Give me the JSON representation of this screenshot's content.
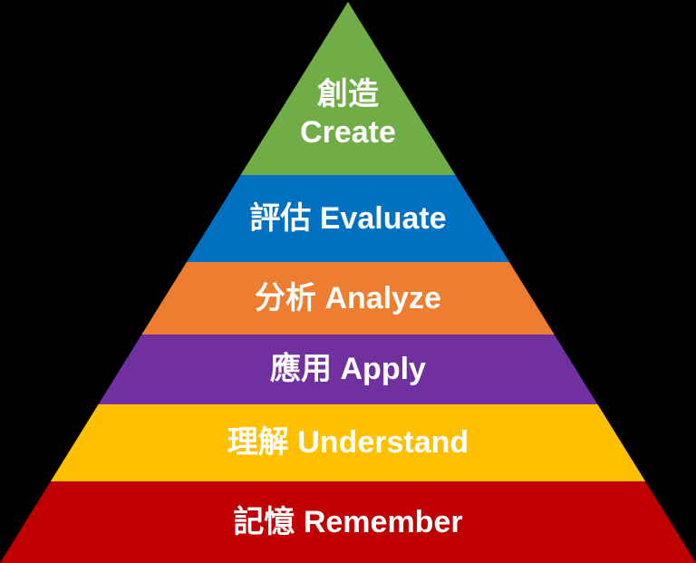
{
  "background_color": "#000000",
  "text_color": "#FFFFFF",
  "pyramid": {
    "levels": [
      {
        "id": "create",
        "zh": "創造",
        "en": "Create",
        "label": "創造 Create",
        "color": "#70AD47"
      },
      {
        "id": "evaluate",
        "zh": "評估",
        "en": "Evaluate",
        "label": "評估 Evaluate",
        "color": "#0070C0"
      },
      {
        "id": "analyze",
        "zh": "分析",
        "en": "Analyze",
        "label": "分析 Analyze",
        "color": "#ED7D31"
      },
      {
        "id": "apply",
        "zh": "應用",
        "en": "Apply",
        "label": "應用 Apply",
        "color": "#7030A0"
      },
      {
        "id": "understand",
        "zh": "理解",
        "en": "Understand",
        "label": "理解 Understand",
        "color": "#FFC000"
      },
      {
        "id": "remember",
        "zh": "記憶",
        "en": "Remember",
        "label": "記憶 Remember",
        "color": "#C00000"
      }
    ]
  }
}
